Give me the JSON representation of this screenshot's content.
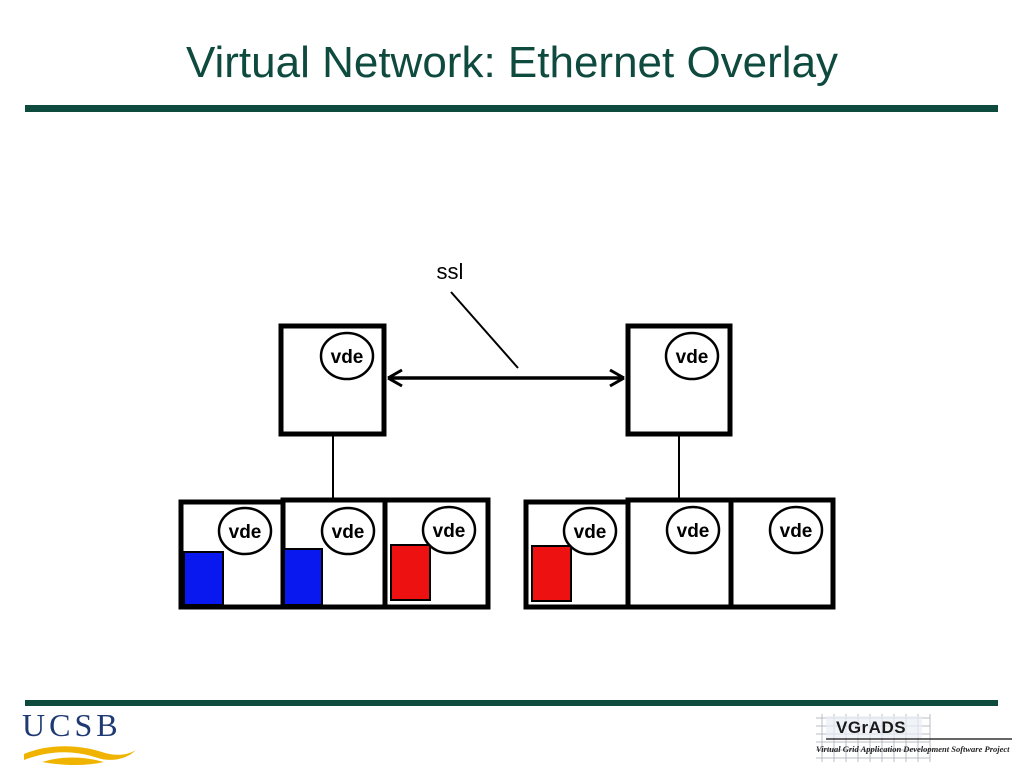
{
  "slide": {
    "title": "Virtual Network: Ethernet Overlay"
  },
  "diagram": {
    "link_label": "ssl",
    "node_label": "vde",
    "colors": {
      "blue": "#0a18f0",
      "red": "#ee1111",
      "rule": "#0f4a3f"
    }
  },
  "footer": {
    "left_logo_text": "UCSB",
    "right_logo_name": "VGrADS",
    "right_logo_tagline": "Virtual Grid Application Development Software Project"
  }
}
